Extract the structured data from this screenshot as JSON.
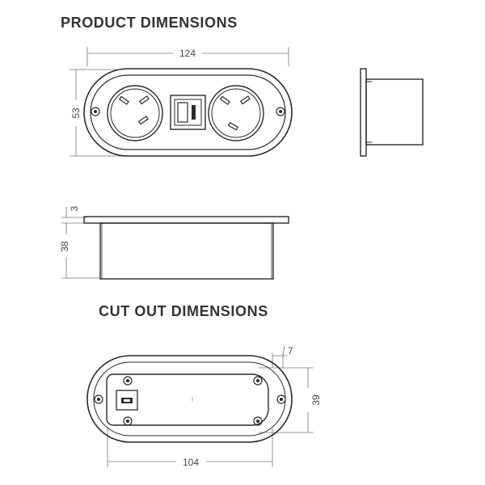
{
  "headings": {
    "product": "PRODUCT DIMENSIONS",
    "cutout": "CUT OUT DIMENSIONS"
  },
  "dimensions": {
    "product_width": "124",
    "product_height": "53",
    "flange_thickness": "3",
    "body_depth": "38",
    "cutout_width": "104",
    "cutout_height": "39",
    "cutout_margin": "7"
  },
  "colors": {
    "line": "#2a2a2a",
    "dimension_line": "#777777",
    "text": "#333333"
  }
}
